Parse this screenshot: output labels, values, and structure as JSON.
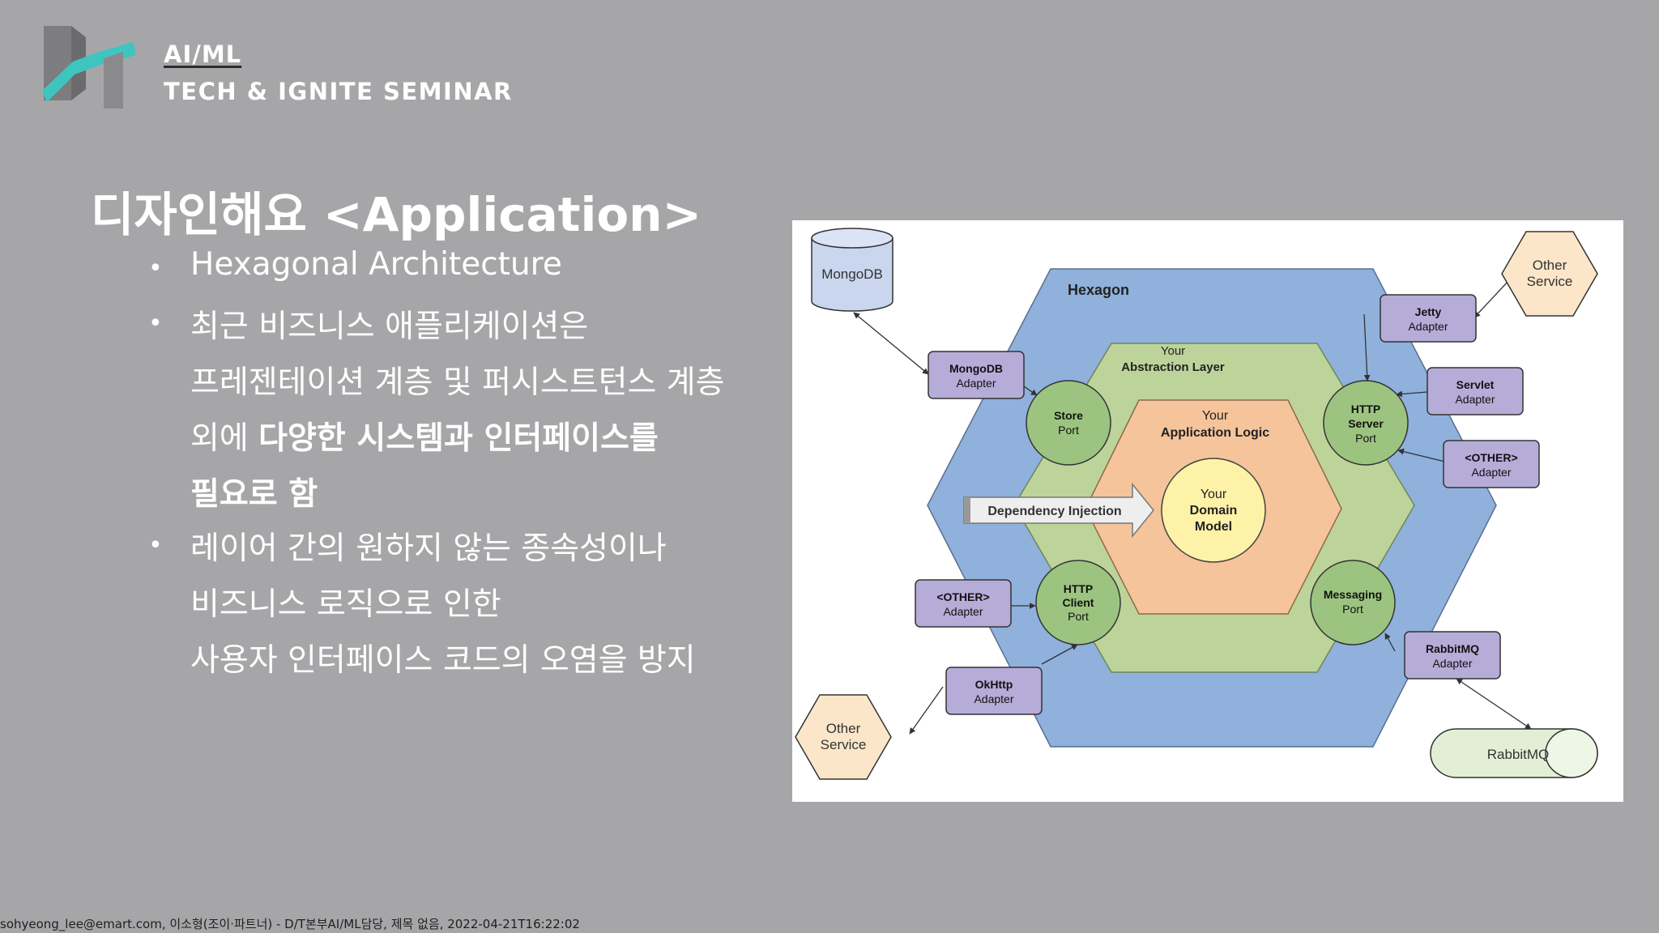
{
  "brand": {
    "line1": "AI/ML",
    "line2": "TECH & IGNITE SEMINAR",
    "logo_icon": "dt-logo-icon",
    "accent": "#3fc5c0"
  },
  "slide": {
    "title": "디자인해요 <Application>",
    "bullets": [
      {
        "lines": [
          {
            "parts": [
              "Hexagonal Architecture"
            ]
          }
        ]
      },
      {
        "lines": [
          {
            "parts": [
              "최근 비즈니스 애플리케이션은"
            ]
          },
          {
            "parts": [
              "프레젠테이션 계층 및 퍼시스트턴스 계층"
            ]
          },
          {
            "parts": [
              "외에 ",
              "다양한 시스템과 인터페이스를"
            ]
          },
          {
            "parts": [
              "필요로 함"
            ]
          }
        ]
      },
      {
        "lines": [
          {
            "parts": [
              "레이어 간의 원하지 않는 종속성이나"
            ]
          },
          {
            "parts": [
              "비즈니스 로직으로 인한"
            ]
          },
          {
            "parts": [
              "사용자 인터페이스 코드의 오염을 방지"
            ]
          }
        ]
      }
    ]
  },
  "diagram": {
    "hexagon_label": "Hexagon",
    "abstraction_label": [
      "Your",
      "Abstraction Layer"
    ],
    "logic_label": [
      "Your",
      "Application Logic"
    ],
    "domain_label": [
      "Your",
      "Domain",
      "Model"
    ],
    "dependency_injection": "Dependency Injection",
    "ports": {
      "store": [
        "Store",
        "Port"
      ],
      "http_server": [
        "HTTP",
        "Server",
        "Port"
      ],
      "http_client": [
        "HTTP",
        "Client",
        "Port"
      ],
      "messaging": [
        "Messaging",
        "Port"
      ]
    },
    "adapters": {
      "mongodb": [
        "MongoDB",
        "Adapter"
      ],
      "jetty": [
        "Jetty",
        "Adapter"
      ],
      "servlet": [
        "Servlet",
        "Adapter"
      ],
      "other_right": [
        "<OTHER>",
        "Adapter"
      ],
      "other_left": [
        "<OTHER>",
        "Adapter"
      ],
      "okhttp": [
        "OkHttp",
        "Adapter"
      ],
      "rabbitmq": [
        "RabbitMQ",
        "Adapter"
      ]
    },
    "externals": {
      "mongodb_db": "MongoDB",
      "other_service_top": [
        "Other",
        "Service"
      ],
      "other_service_bottom": [
        "Other",
        "Service"
      ],
      "rabbitmq_queue": "RabbitMQ"
    },
    "colors": {
      "outer_hexagon": "#8fb1dc",
      "abstraction_layer": "#bcd49a",
      "application_logic": "#f5c49a",
      "domain_model": "#fdf2a8",
      "port": "#9cc480",
      "adapter": "#b6acd8",
      "other_service": "#fbe6c9",
      "mongodb_db": "#c9d6ee",
      "rabbitmq_queue": "#e2efd6"
    }
  },
  "footer": "sohyeong_lee@emart.com, 이소형(조이·파트너) - D/T본부AI/ML담당, 제목 없음, 2022-04-21T16:22:02"
}
